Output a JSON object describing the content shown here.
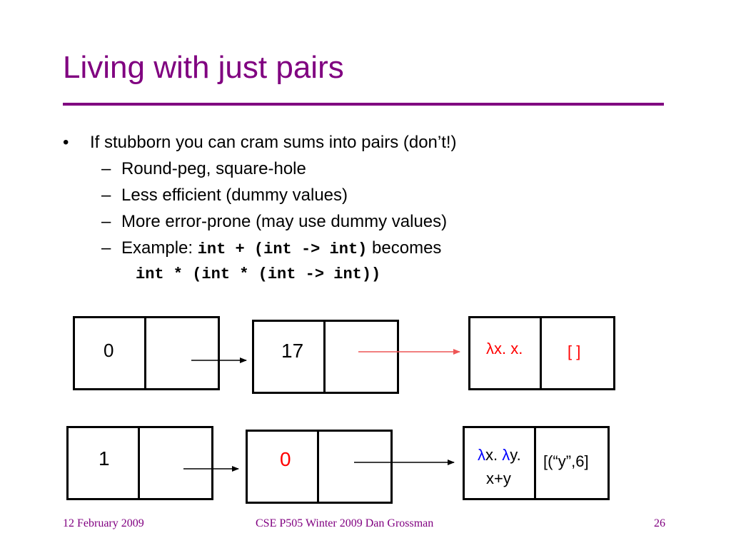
{
  "slide": {
    "title": "Living with just pairs",
    "bullet_mark": "•",
    "dash_mark": "–",
    "bullet1": "If stubborn you can cram sums into pairs (don’t!)",
    "sub1": "Round-peg, square-hole",
    "sub2": "Less efficient (dummy values)",
    "sub3": "More error-prone (may use dummy values)",
    "sub4_prefix": "Example: ",
    "sub4_code": "int + (int -> int)",
    "sub4_suffix": " becomes",
    "code_line": "int * (int * (int -> int))"
  },
  "diagram": {
    "row1": {
      "box1_left": "0",
      "box2_left": "17",
      "box3_left": "λx. x.",
      "box3_right": "[ ]"
    },
    "row2": {
      "box1_left": "1",
      "box2_left": "0",
      "box3_left_lambda1": "λ",
      "box3_left_x": "x. ",
      "box3_left_lambda2": "λ",
      "box3_left_y": "y.",
      "box3_left_line2": "x+y",
      "box3_right": "[(“y”,6]"
    },
    "colors": {
      "red": "#ff0000",
      "blue": "#0000ff",
      "pink_arrow": "#ee5555"
    }
  },
  "footer": {
    "date": "12 February 2009",
    "course": "CSE P505 Winter 2009  Dan Grossman",
    "page": "26"
  },
  "theme": {
    "accent": "#800080"
  }
}
